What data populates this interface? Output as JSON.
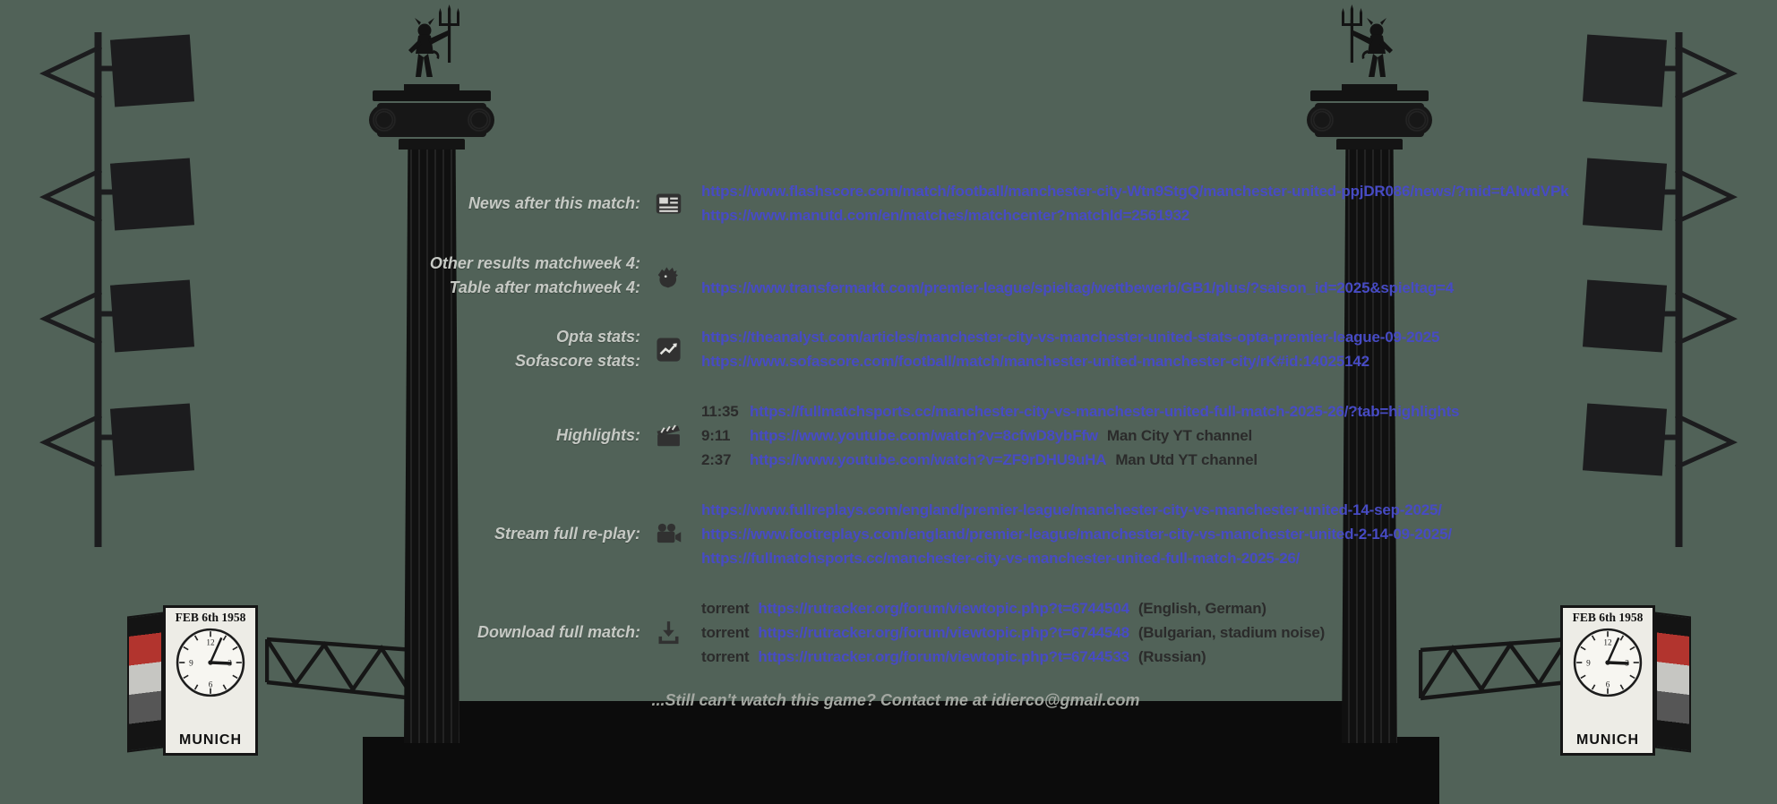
{
  "page": {
    "background_color": "#516258",
    "link_color": "#474bc4",
    "label_color": "#c6c9c4",
    "dark_text_color": "#2b2b2b"
  },
  "rows": [
    {
      "id": "news",
      "labels": [
        "News after this match:"
      ],
      "icon": "news-icon",
      "links": [
        {
          "url": "https://www.flashscore.com/match/football/manchester-city-Wtn9StgQ/manchester-united-ppjDR086/news/?mid=tAIwdVPk"
        },
        {
          "url": "https://www.manutd.com/en/matches/matchcenter?matchId=2561932"
        }
      ]
    },
    {
      "id": "matchweek",
      "labels": [
        "Other results matchweek 4:",
        "Table after matchweek 4:"
      ],
      "icon": "premier-league-icon",
      "links": [
        {
          "url": ""
        },
        {
          "url": "https://www.transfermarkt.com/premier-league/spieltag/wettbewerb/GB1/plus/?saison_id=2025&spieltag=4"
        }
      ]
    },
    {
      "id": "stats",
      "labels": [
        "Opta stats:",
        "Sofascore stats:"
      ],
      "icon": "stats-chart-icon",
      "links": [
        {
          "url": "https://theanalyst.com/articles/manchester-city-vs-manchester-united-stats-opta-premier-league-09-2025"
        },
        {
          "url": "https://www.sofascore.com/football/match/manchester-united-manchester-city/rK#id:14025142"
        }
      ]
    },
    {
      "id": "highlights",
      "labels": [
        "Highlights:"
      ],
      "icon": "clapperboard-icon",
      "links": [
        {
          "pre": "11:35",
          "url": "https://fullmatchsports.cc/manchester-city-vs-manchester-united-full-match-2025-26/?tab=highlights"
        },
        {
          "pre": "9:11",
          "url": "https://www.youtube.com/watch?v=8cfwD8ybFfw",
          "post": "Man City YT channel"
        },
        {
          "pre": "2:37",
          "url": "https://www.youtube.com/watch?v=ZF9rDHU9uHA",
          "post": "Man Utd YT channel"
        }
      ]
    },
    {
      "id": "stream",
      "labels": [
        "Stream full re-play:"
      ],
      "icon": "video-camera-icon",
      "links": [
        {
          "url": "https://www.fullreplays.com/england/premier-league/manchester-city-vs-manchester-united-14-sep-2025/"
        },
        {
          "url": "https://www.footreplays.com/england/premier-league/manchester-city-vs-manchester-united-2-14-09-2025/"
        },
        {
          "url": "https://fullmatchsports.cc/manchester-city-vs-manchester-united-full-match-2025-26/"
        }
      ]
    },
    {
      "id": "download",
      "labels": [
        "Download full match:"
      ],
      "icon": "download-icon",
      "links": [
        {
          "pre": "torrent",
          "url": "https://rutracker.org/forum/viewtopic.php?t=6744504",
          "post": "(English, German)"
        },
        {
          "pre": "torrent",
          "url": "https://rutracker.org/forum/viewtopic.php?t=6744548",
          "post": "(Bulgarian, stadium noise)"
        },
        {
          "pre": "torrent",
          "url": "https://rutracker.org/forum/viewtopic.php?t=6744533",
          "post": "(Russian)"
        }
      ]
    }
  ],
  "footer": {
    "pre": "...Still can't watch this game? Contact me at ",
    "email": "idierco@gmail.com"
  },
  "clock": {
    "date": "FEB 6th 1958",
    "city": "MUNICH"
  }
}
